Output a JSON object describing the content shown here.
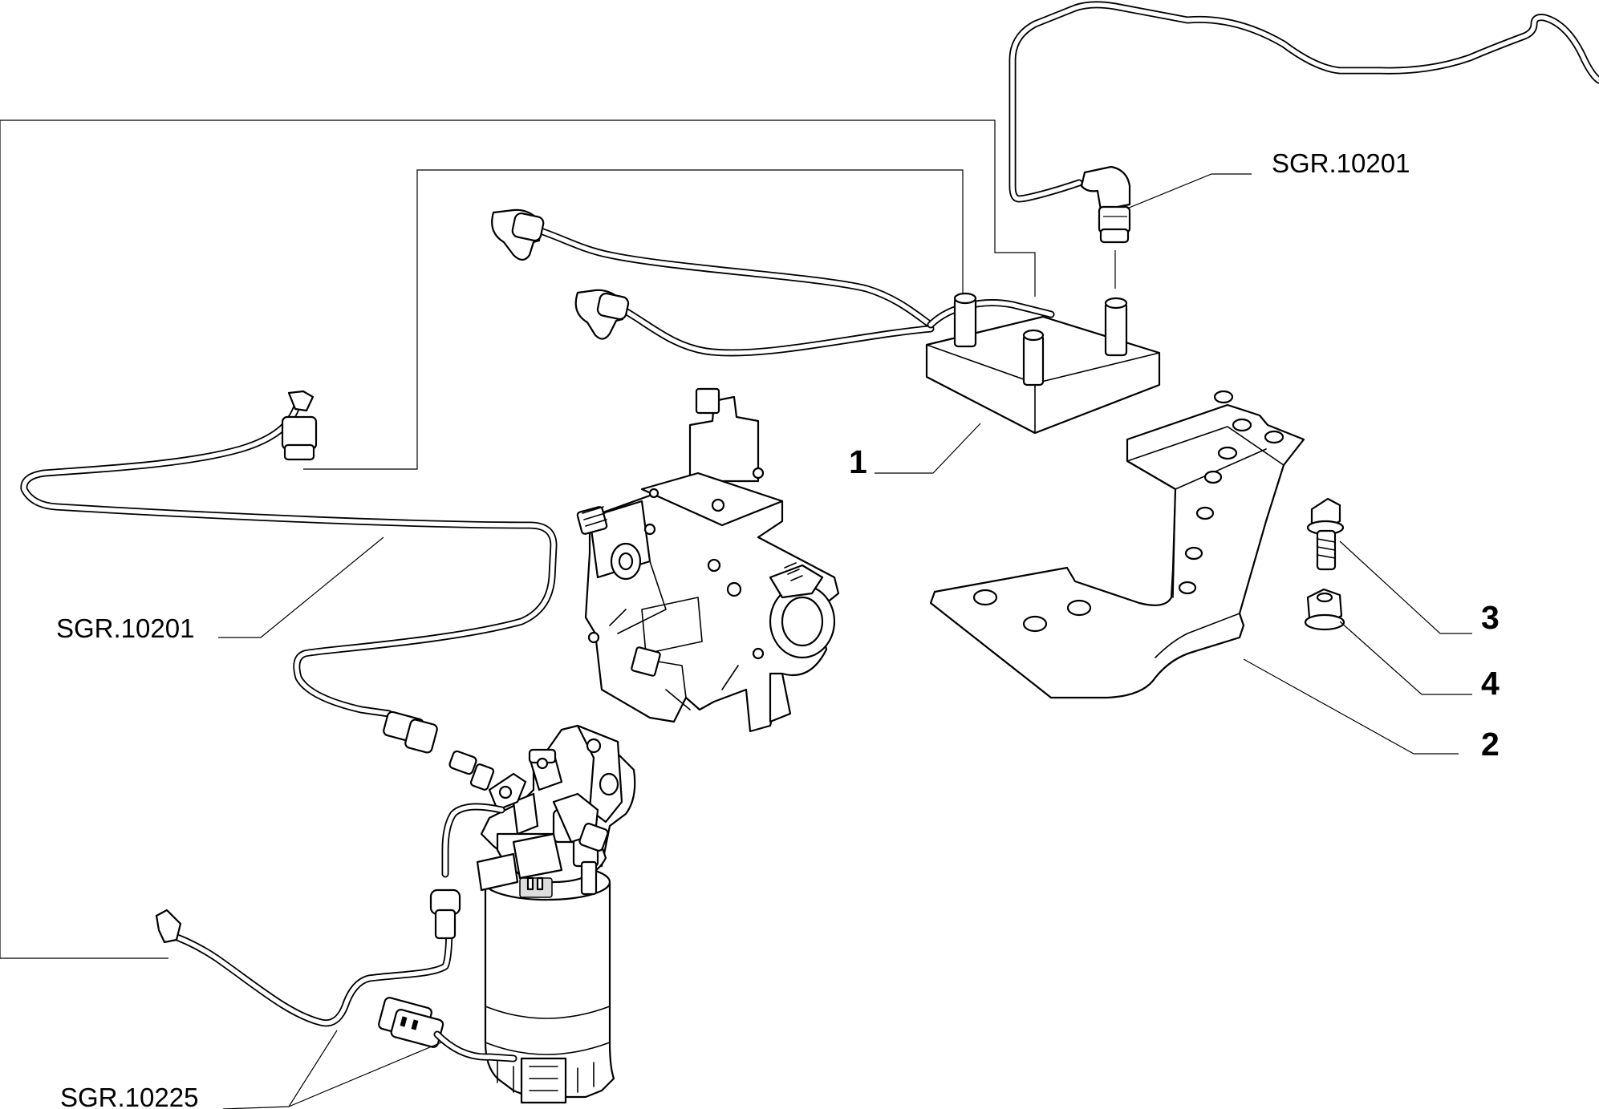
{
  "callouts": {
    "item_1": "1",
    "item_2": "2",
    "item_3": "3",
    "item_4": "4"
  },
  "references": {
    "ref_top_right": "SGR.10201",
    "ref_left": "SGR.10201",
    "ref_bottom_left": "SGR.10225"
  }
}
